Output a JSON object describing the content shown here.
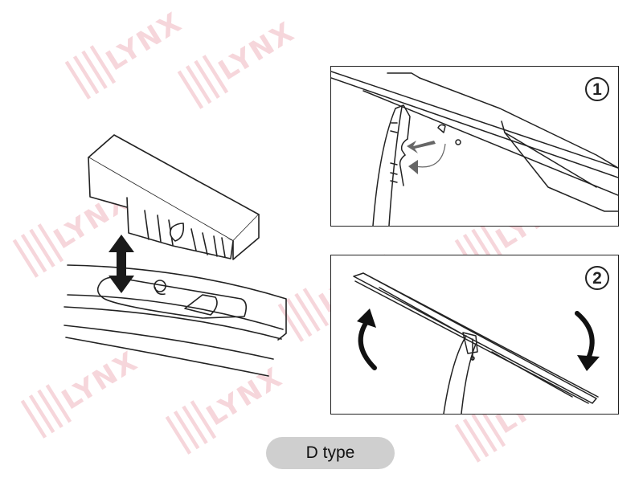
{
  "watermark": {
    "brand": "LYNX",
    "ticks": "||||"
  },
  "steps": [
    {
      "number": "1"
    },
    {
      "number": "2"
    }
  ],
  "label": {
    "text": "D type"
  },
  "colors": {
    "line": "#222222",
    "arrow_gray": "#666666",
    "pill_bg": "#cfcfcf",
    "watermark": "#f3c9cf"
  }
}
